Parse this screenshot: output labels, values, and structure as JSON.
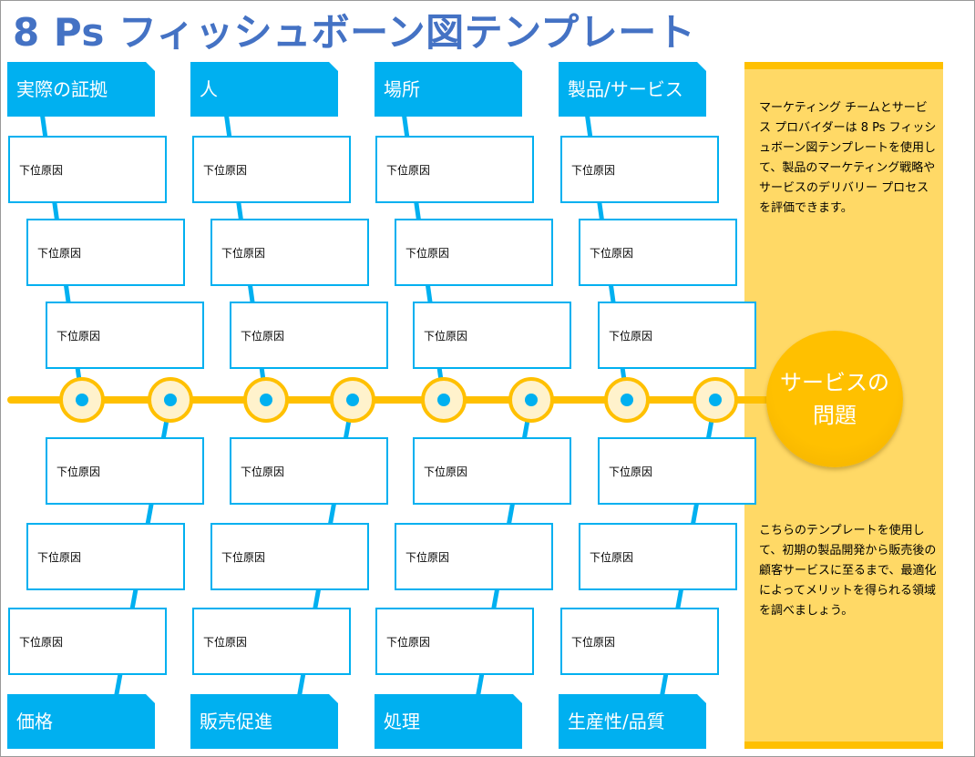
{
  "title": "8 Ps フィッシュボーン図テンプレート",
  "categories_top": [
    "実際の証拠",
    "人",
    "場所",
    "製品/サービス"
  ],
  "categories_bottom": [
    "価格",
    "販売促進",
    "処理",
    "生産性/品質"
  ],
  "sub_cause_label": "下位原因",
  "problem": {
    "line1": "サービスの",
    "line2": "問題"
  },
  "side_text": {
    "top": "マーケティング チームとサービス プロバイダーは 8 Ps フィッシュボーン図テンプレートを使用して、製品のマーケティング戦略やサービスのデリバリー プロセスを評価できます。",
    "bottom": "こちらのテンプレートを使用して、初期の製品開発から販売後の顧客サービスに至るまで、最適化によってメリットを得られる領域を調べましょう。"
  },
  "colors": {
    "title": "#4472c4",
    "bone": "#00b0f0",
    "spine": "#ffc000",
    "node_fill": "#fff2cc",
    "panel": "#ffd966",
    "panel_border": "#ffc000",
    "problem": "#ffc000"
  }
}
